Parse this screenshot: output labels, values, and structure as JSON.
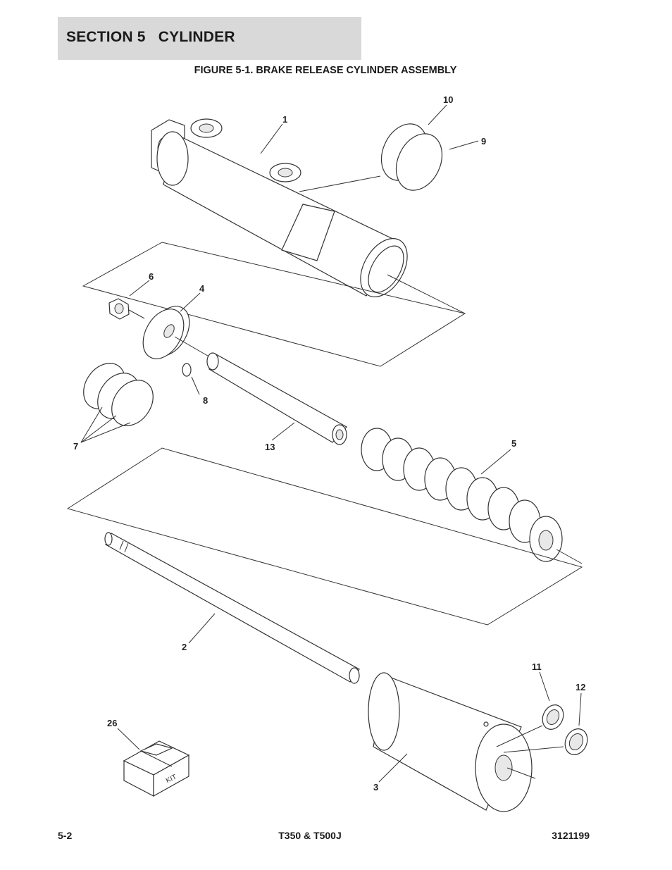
{
  "header": {
    "section_title": "SECTION 5   CYLINDER"
  },
  "figure": {
    "title": "FIGURE 5-1. BRAKE RELEASE CYLINDER ASSEMBLY",
    "callouts": [
      "1",
      "10",
      "9",
      "6",
      "4",
      "8",
      "7",
      "13",
      "5",
      "2",
      "11",
      "12",
      "26",
      "3"
    ],
    "kit_label": "KIT"
  },
  "footer": {
    "page_number": "5-2",
    "model": "T350 & T500J",
    "doc_number": "3121199"
  }
}
